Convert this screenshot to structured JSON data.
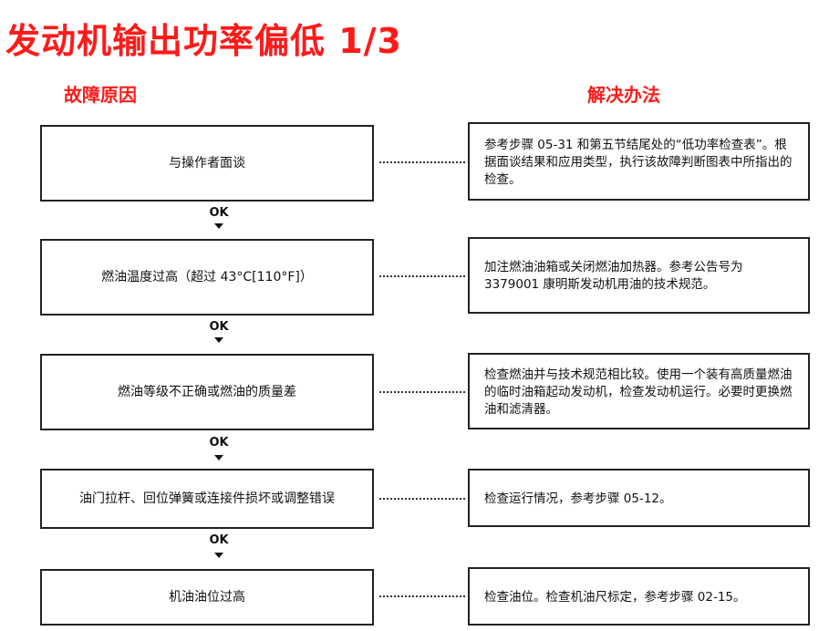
{
  "title": "发动机输出功率偏低 1/3",
  "headers": {
    "cause": "故障原因",
    "solution": "解决办法"
  },
  "connector_label": "OK",
  "rows": [
    {
      "cause": "与操作者面谈",
      "solution": "参考步骤 05-31 和第五节结尾处的“低功率检查表”。根据面谈结果和应用类型，执行该故障判断图表中所指出的检查。"
    },
    {
      "cause": "燃油温度过高（超过 43°C[110°F]）",
      "solution": "加注燃油油箱或关闭燃油加热器。参考公告号为 3379001 康明斯发动机用油的技术规范。"
    },
    {
      "cause": "燃油等级不正确或燃油的质量差",
      "solution": "检查燃油并与技术规范相比较。使用一个装有高质量燃油的临时油箱起动发动机，检查发动机运行。必要时更换燃油和滤清器。"
    },
    {
      "cause": "油门拉杆、回位弹簧或连接件损坏或调整错误",
      "solution": "检查运行情况，参考步骤 05-12。"
    },
    {
      "cause": "机油油位过高",
      "solution": "检查油位。检查机油尺标定，参考步骤 02-15。"
    }
  ]
}
